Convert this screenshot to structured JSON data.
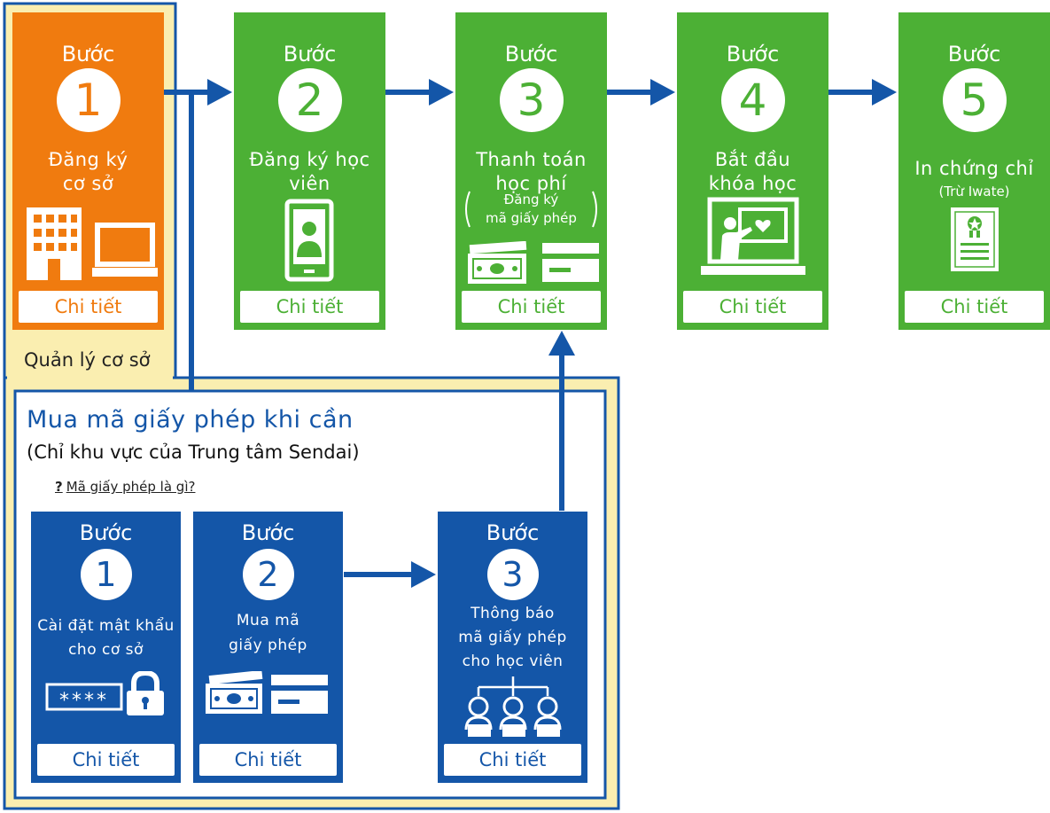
{
  "colors": {
    "orange": "#f07b0f",
    "green": "#4cb035",
    "blue": "#1456a8",
    "yellow": "#faeeb0"
  },
  "steps": [
    {
      "word": "Bước",
      "number": "1",
      "title_lines": [
        "Đăng ký",
        "cơ sở"
      ],
      "detail": "Chi tiết",
      "icon": "building-laptop-icon"
    },
    {
      "word": "Bước",
      "number": "2",
      "title_lines": [
        "Đăng ký học",
        "viên"
      ],
      "detail": "Chi tiết",
      "icon": "smartphone-user-icon"
    },
    {
      "word": "Bước",
      "number": "3",
      "title_lines": [
        "Thanh toán",
        "học phí"
      ],
      "sub_lines": [
        "Đăng ký",
        "mã giấy phép"
      ],
      "detail": "Chi tiết",
      "icon": "cash-card-icon"
    },
    {
      "word": "Bước",
      "number": "4",
      "title_lines": [
        "Bắt đầu",
        "khóa học"
      ],
      "detail": "Chi tiết",
      "icon": "online-lesson-icon"
    },
    {
      "word": "Bước",
      "number": "5",
      "title_lines": [
        "In chứng chỉ"
      ],
      "sub_lines": [
        "(Trừ Iwate)"
      ],
      "detail": "Chi tiết",
      "icon": "certificate-icon"
    }
  ],
  "facility_label": "Quản lý cơ sở",
  "license": {
    "title": "Mua mã giấy phép khi cần",
    "note": "(Chỉ khu vực của Trung tâm Sendai)",
    "help_mark": "?",
    "help_link": "Mã giấy phép là gì?",
    "steps": [
      {
        "word": "Bước",
        "number": "1",
        "title_lines": [
          "Cài đặt mật khẩu",
          "cho cơ sở"
        ],
        "detail": "Chi tiết",
        "icon": "password-lock-icon",
        "password_mask": "****"
      },
      {
        "word": "Bước",
        "number": "2",
        "title_lines": [
          "Mua mã",
          "giấy phép"
        ],
        "detail": "Chi tiết",
        "icon": "cash-card-icon"
      },
      {
        "word": "Bước",
        "number": "3",
        "title_lines": [
          "Thông báo",
          "mã giấy phép",
          "cho học viên"
        ],
        "detail": "Chi tiết",
        "icon": "students-icon"
      }
    ]
  }
}
